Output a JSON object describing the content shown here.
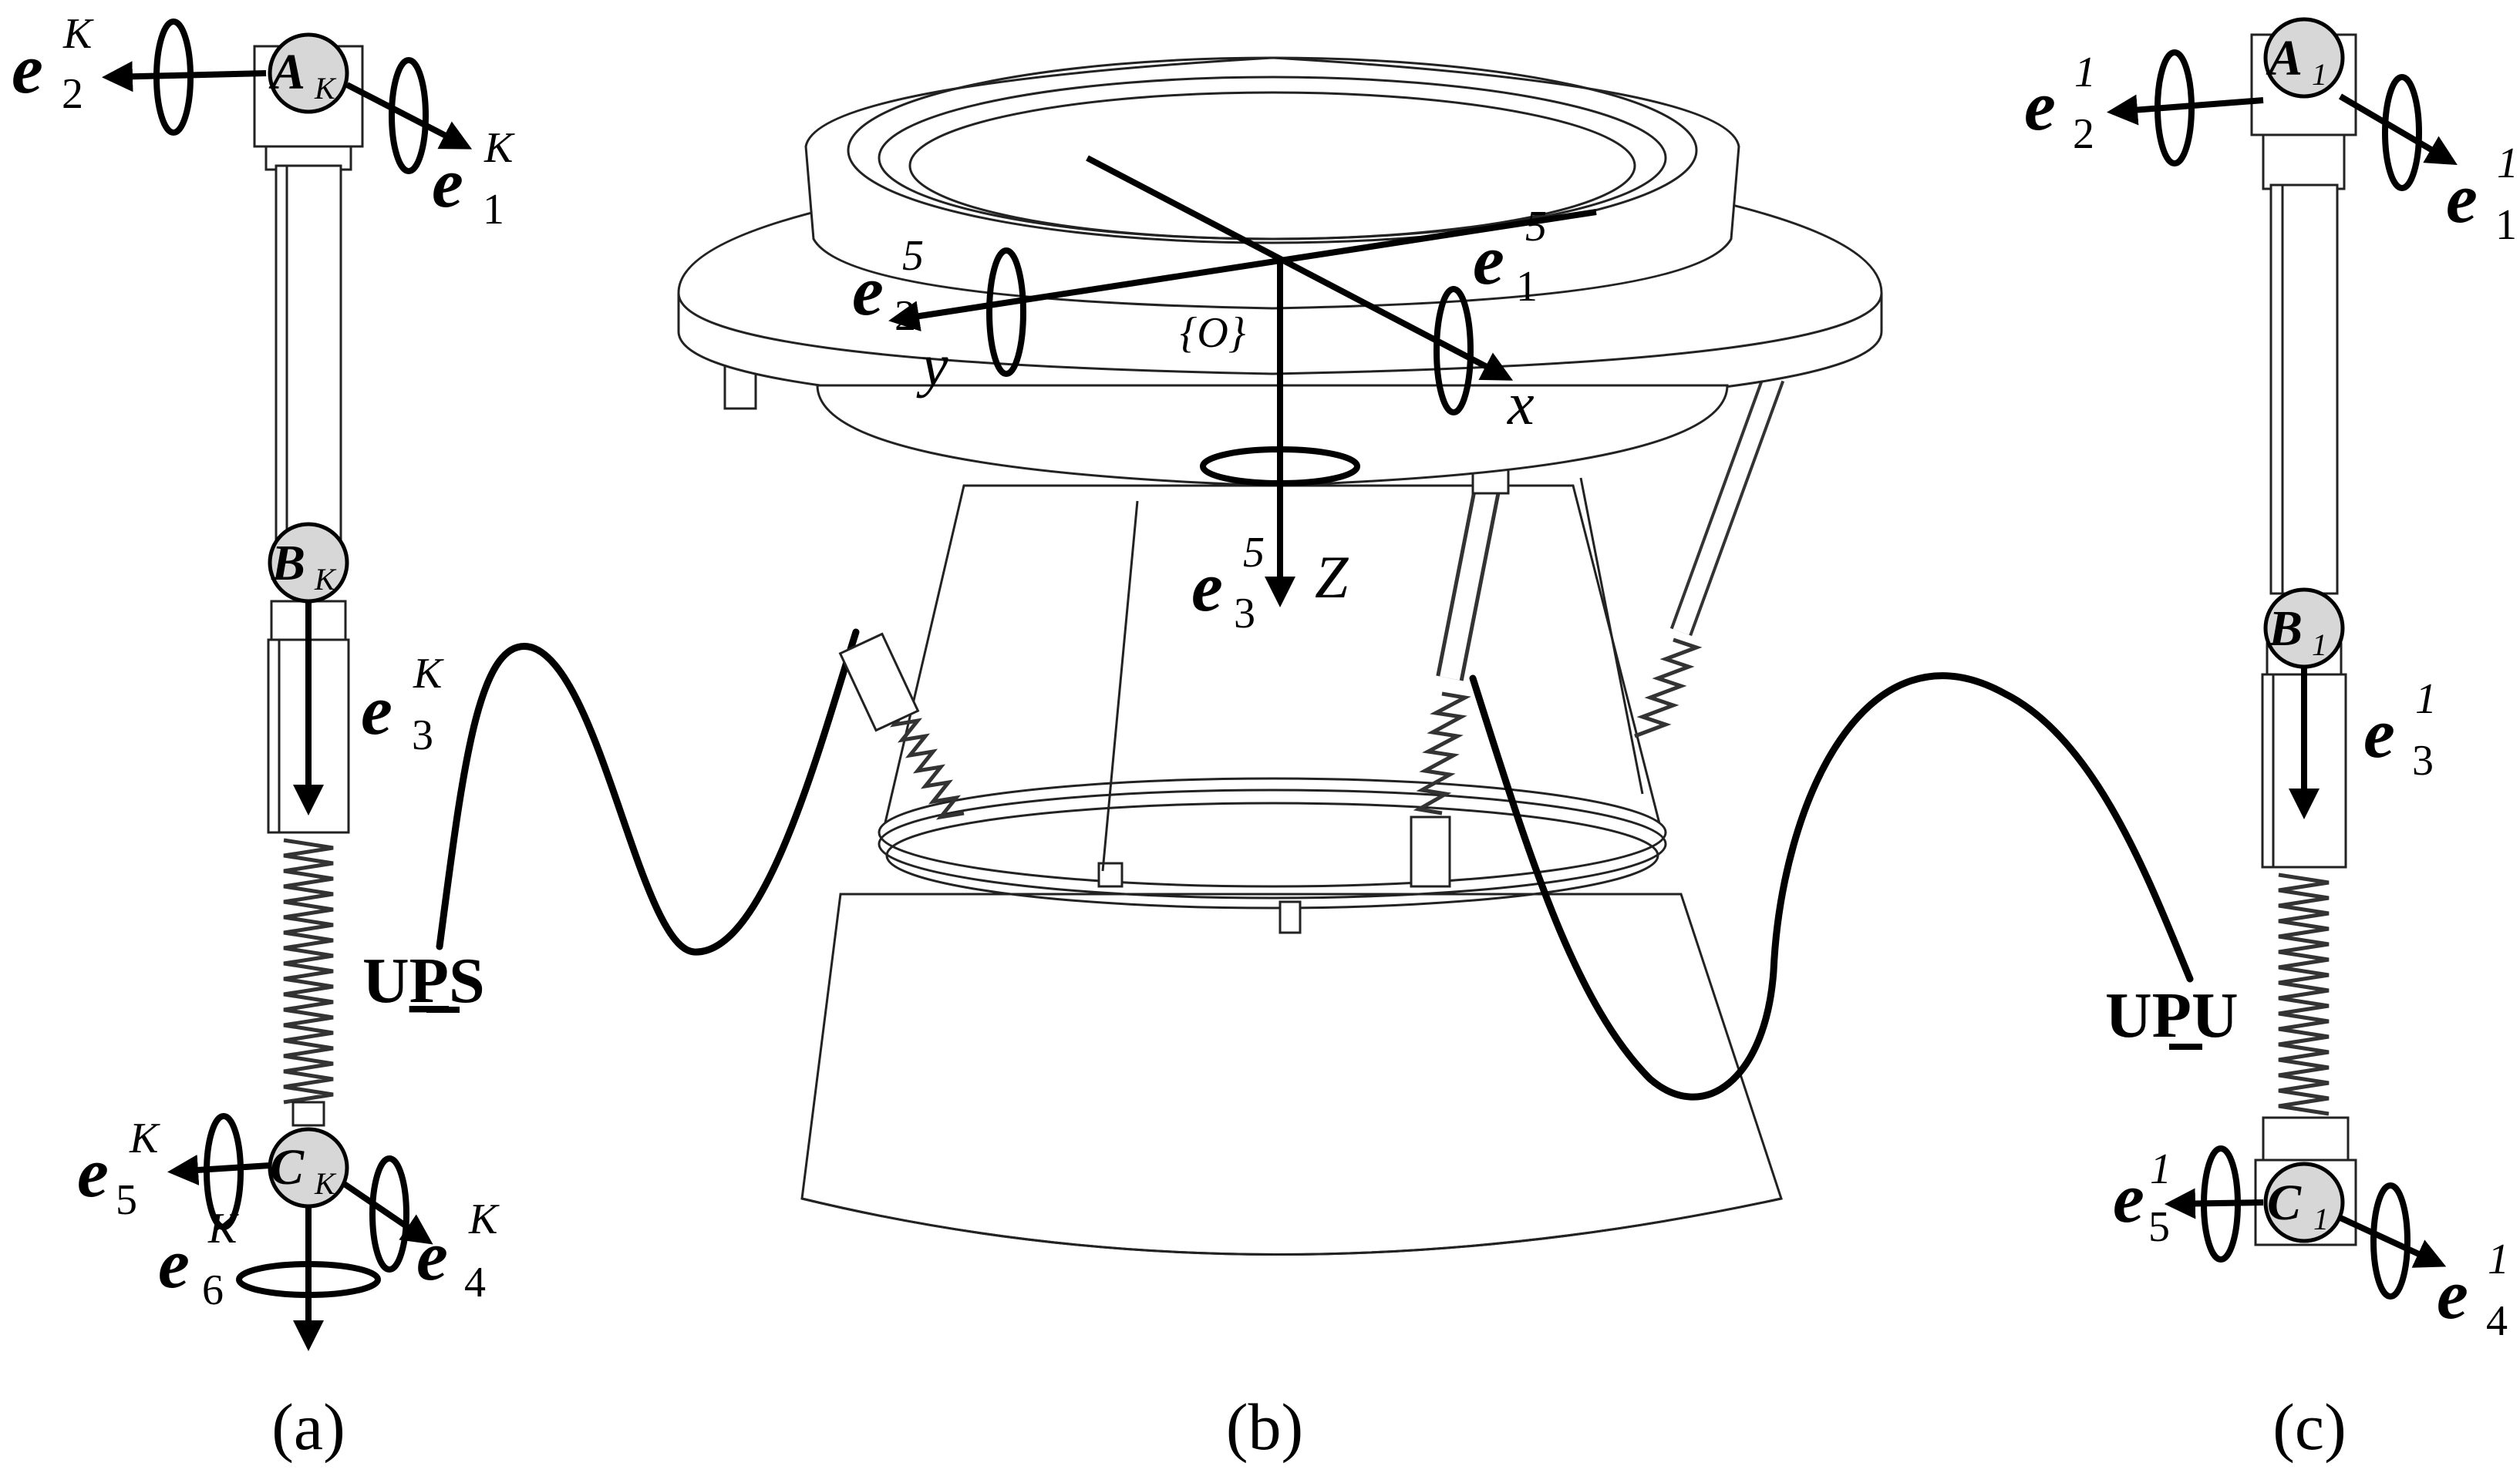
{
  "figure": {
    "captions": {
      "a": "(a)",
      "b": "(b)",
      "c": "(c)"
    },
    "chain_labels": {
      "left_prefix": "U",
      "left_prismatic": "P",
      "left_suffix": "S",
      "right_prefix": "U",
      "right_prismatic": "P",
      "right_suffix": "U"
    },
    "vector_symbol": "e",
    "left_limb": {
      "joint_A": {
        "letter": "A",
        "index": "K"
      },
      "joint_B": {
        "letter": "B",
        "index": "K"
      },
      "joint_C": {
        "letter": "C",
        "index": "K"
      },
      "axes": [
        {
          "sub": "2",
          "sup": "K"
        },
        {
          "sub": "1",
          "sup": "K"
        },
        {
          "sub": "3",
          "sup": "K"
        },
        {
          "sub": "5",
          "sup": "K"
        },
        {
          "sub": "4",
          "sup": "K"
        },
        {
          "sub": "6",
          "sup": "K"
        }
      ]
    },
    "center": {
      "frame_label": "{O}",
      "axes_letters": {
        "x": "x",
        "y": "y",
        "z": "Z"
      },
      "axes": [
        {
          "sub": "2",
          "sup": "5"
        },
        {
          "sub": "1",
          "sup": "5"
        },
        {
          "sub": "3",
          "sup": "5"
        }
      ]
    },
    "right_limb": {
      "joint_A": {
        "letter": "A",
        "index": "1"
      },
      "joint_B": {
        "letter": "B",
        "index": "1"
      },
      "joint_C": {
        "letter": "C",
        "index": "1"
      },
      "axes": [
        {
          "sub": "2",
          "sup": "1"
        },
        {
          "sub": "1",
          "sup": "1"
        },
        {
          "sub": "3",
          "sup": "1"
        },
        {
          "sub": "5",
          "sup": "1"
        },
        {
          "sub": "4",
          "sup": "1"
        }
      ]
    }
  }
}
